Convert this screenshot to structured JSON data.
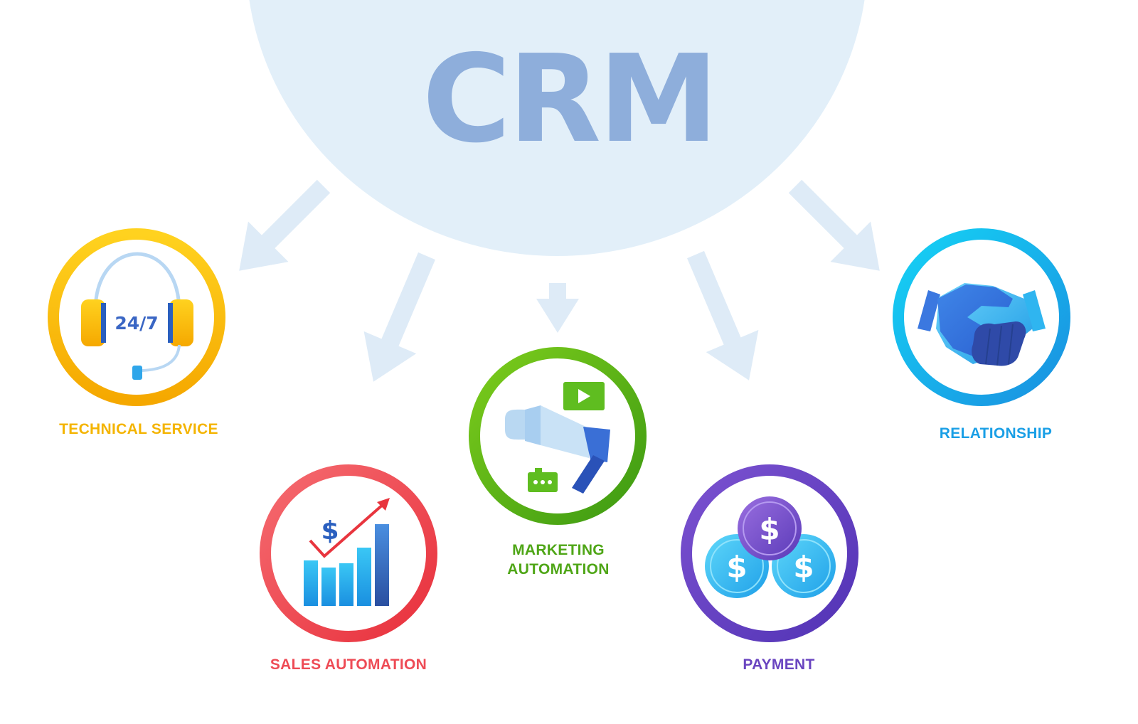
{
  "title": "CRM",
  "colors": {
    "hub": "#e2eff9",
    "arrow": "#deebf7",
    "title": "#8eaedb",
    "technical_service": "#f4b400",
    "sales_automation": "#ee4b55",
    "marketing_automation": "#4fa617",
    "payment": "#6a45c0",
    "relationship": "#1a9fe6"
  },
  "nodes": {
    "technical_service": {
      "label": "TECHNICAL SERVICE",
      "icon": "headset-24-7-icon",
      "badge": "24/7"
    },
    "sales_automation": {
      "label": "SALES AUTOMATION",
      "icon": "growth-chart-icon",
      "symbol": "$"
    },
    "marketing_automation": {
      "label_line1": "MARKETING",
      "label_line2": "AUTOMATION",
      "icon": "megaphone-icon"
    },
    "payment": {
      "label": "PAYMENT",
      "icon": "coins-icon",
      "symbol": "$"
    },
    "relationship": {
      "label": "RELATIONSHIP",
      "icon": "handshake-icon"
    }
  }
}
